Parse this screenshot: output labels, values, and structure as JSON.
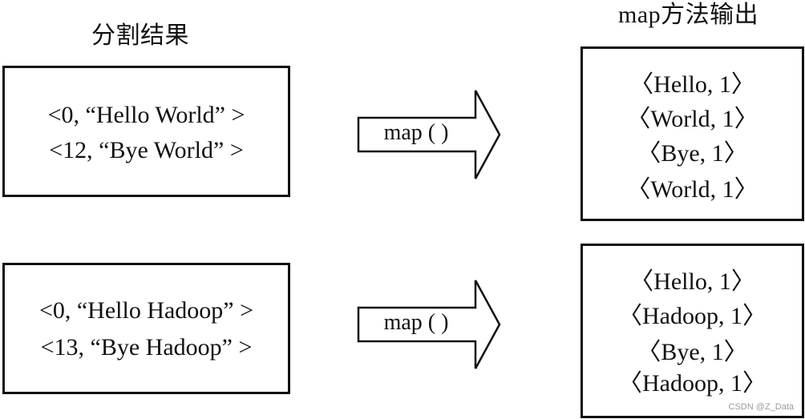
{
  "headings": {
    "left": "分割结果",
    "right": "map方法输出"
  },
  "splits": [
    {
      "lines": [
        "<0,  “Hello World” >",
        "<12, “Bye World” >"
      ]
    },
    {
      "lines": [
        "<0,  “Hello Hadoop” >",
        "<13, “Bye Hadoop” >"
      ]
    }
  ],
  "arrows": [
    {
      "label": "map ( )"
    },
    {
      "label": "map ( )"
    }
  ],
  "outputs": [
    {
      "lines": [
        "〈Hello, 1〉",
        "〈World, 1〉",
        "〈Bye, 1〉",
        "〈World, 1〉"
      ]
    },
    {
      "lines": [
        "〈Hello, 1〉",
        "〈Hadoop, 1〉",
        "〈Bye, 1〉",
        "〈Hadoop, 1〉"
      ]
    }
  ],
  "watermark": "CSDN @Z_Data"
}
